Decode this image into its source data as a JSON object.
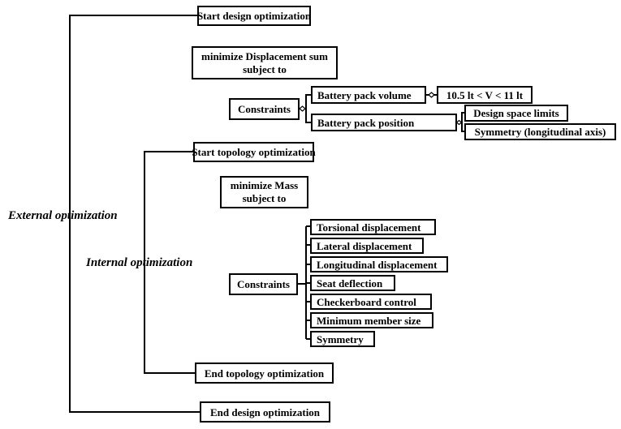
{
  "labels": {
    "external": "External optimization",
    "internal": "Internal optimization"
  },
  "design": {
    "start": "Start design optimization",
    "objective_line1": "minimize Displacement sum",
    "objective_line2": "subject to",
    "constraints": "Constraints",
    "battery_volume": "Battery pack volume",
    "volume_range": "10.5 lt < V < 11 lt",
    "battery_position": "Battery pack position",
    "design_space_limits": "Design space limits",
    "symmetry_axis": "Symmetry (longitudinal axis)",
    "end": "End design optimization"
  },
  "topology": {
    "start": "Start topology optimization",
    "objective_line1": "minimize Mass",
    "objective_line2": "subject to",
    "constraints": "Constraints",
    "items": [
      "Torsional displacement",
      "Lateral displacement",
      "Longitudinal displacement",
      "Seat deflection",
      "Checkerboard control",
      "Minimum member size",
      "Symmetry"
    ],
    "end": "End topology optimization"
  }
}
